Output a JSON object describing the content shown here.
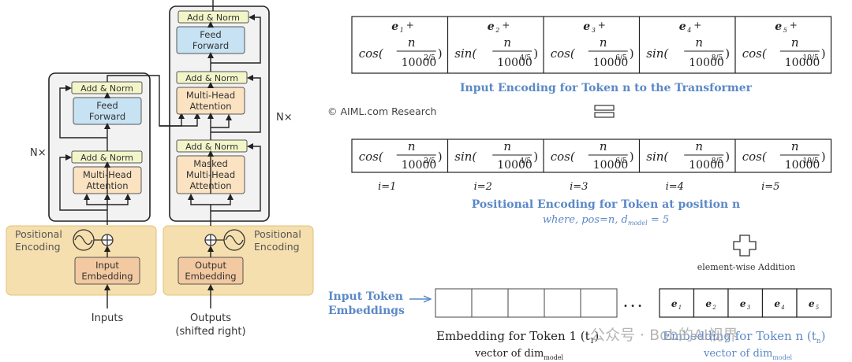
{
  "arch": {
    "nx_left": "N×",
    "nx_right": "N×",
    "encoder": {
      "add_norm_top": "Add & Norm",
      "feed_forward": [
        "Feed",
        "Forward"
      ],
      "add_norm_bottom": "Add & Norm",
      "attention": [
        "Multi-Head",
        "Attention"
      ]
    },
    "decoder": {
      "add_norm_1": "Add & Norm",
      "feed_forward": [
        "Feed",
        "Forward"
      ],
      "add_norm_2": "Add & Norm",
      "cross_attention": [
        "Multi-Head",
        "Attention"
      ],
      "add_norm_3": "Add & Norm",
      "masked_attention": [
        "Masked",
        "Multi-Head",
        "Attention"
      ]
    },
    "positional_left": [
      "Positional",
      "Encoding"
    ],
    "positional_right": [
      "Positional",
      "Encoding"
    ],
    "input_embedding": [
      "Input",
      "Embedding"
    ],
    "output_embedding": [
      "Output",
      "Embedding"
    ],
    "inputs_label": "Inputs",
    "outputs_label": [
      "Outputs",
      "(shifted right)"
    ],
    "colors": {
      "add_norm": "#f2f5c8",
      "feed_forward": "#c6e2f3",
      "attention": "#fbe2c1",
      "embedding": "#f2c9a0",
      "positional_bg": "#f6dfae",
      "block_bg": "#f2f2f2"
    }
  },
  "copyright": "© AIML.com Research",
  "input_encoding": {
    "cells": [
      {
        "e": "e",
        "sub": "1",
        "fn": "cos",
        "exp": "2/5"
      },
      {
        "e": "e",
        "sub": "2",
        "fn": "sin",
        "exp": "4/5"
      },
      {
        "e": "e",
        "sub": "3",
        "fn": "cos",
        "exp": "6/5"
      },
      {
        "e": "e",
        "sub": "4",
        "fn": "sin",
        "exp": "8/5"
      },
      {
        "e": "e",
        "sub": "5",
        "fn": "cos",
        "exp": "10/5"
      }
    ],
    "plus": "+",
    "numerator": "n",
    "base": "10000",
    "caption": "Input Encoding for Token n to the Transformer"
  },
  "equals_symbol": "=",
  "positional_encoding": {
    "cells": [
      {
        "fn": "cos",
        "exp": "2/5",
        "i": "i=1"
      },
      {
        "fn": "sin",
        "exp": "4/5",
        "i": "i=2"
      },
      {
        "fn": "cos",
        "exp": "6/5",
        "i": "i=3"
      },
      {
        "fn": "sin",
        "exp": "8/5",
        "i": "i=4"
      },
      {
        "fn": "cos",
        "exp": "10/5",
        "i": "i=5"
      }
    ],
    "numerator": "n",
    "base": "10000",
    "caption": "Positional Encoding for Token at position n",
    "where": "where, pos=n,  d",
    "where_sub": "model",
    "where_tail": " = 5"
  },
  "addition": {
    "label": "element-wise Addition"
  },
  "embeddings": {
    "label": [
      "Input Token",
      "Embeddings"
    ],
    "ellipsis": "• • •",
    "token_cells": [
      "e",
      "e",
      "e",
      "e",
      "e"
    ],
    "token_subs": [
      "1",
      "2",
      "3",
      "4",
      "5"
    ],
    "left_caption": "Embedding for Token 1 (t",
    "left_caption_sub": "1",
    "left_caption_end": ")",
    "right_caption": "Embedding for Token n (t",
    "right_caption_sub": "n",
    "right_caption_end": ")",
    "vector_left": "vector of dim",
    "vector_left_sub": "model",
    "vector_right": "vector of dim",
    "vector_right_sub": "model"
  },
  "watermark": "公众号 · Bob的AI视界"
}
